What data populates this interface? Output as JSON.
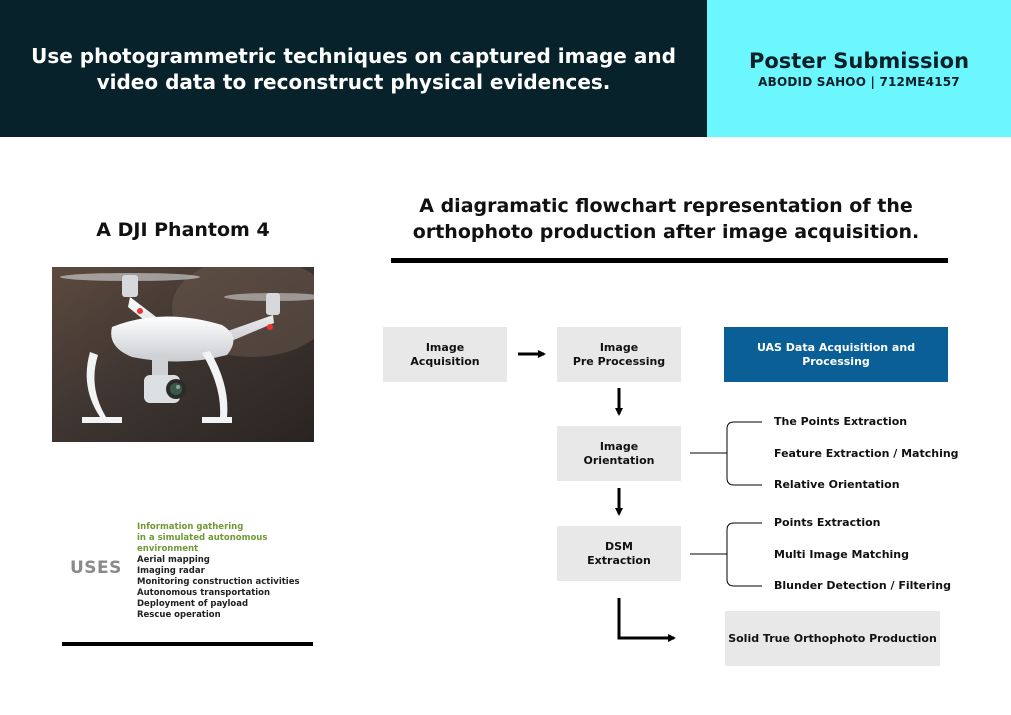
{
  "header": {
    "title": "Use photogrammetric techniques on captured image and video data to reconstruct physical evidences.",
    "submission_title": "Poster Submission",
    "author": "ABODID SAHOO | 712ME4157"
  },
  "left": {
    "drone_title": "A DJI Phantom 4",
    "uses_label": "USES",
    "uses_highlight": [
      "Information gathering",
      "in a simulated autonomous environment"
    ],
    "uses_items": [
      "Aerial mapping",
      "Imaging radar",
      "Monitoring construction activities",
      "Autonomous transportation",
      "Deployment of payload",
      "Rescue operation"
    ]
  },
  "flowchart": {
    "title_line1": "A diagramatic flowchart representation of the",
    "title_line2": "orthophoto production after image acquisition.",
    "acquisition": [
      "Image",
      "Acquisition"
    ],
    "preprocessing": [
      "Image",
      "Pre Processing"
    ],
    "uas": "UAS Data Acquisition and Processing",
    "orientation": [
      "Image",
      "Orientation"
    ],
    "dsm": [
      "DSM",
      "Extraction"
    ],
    "orthophoto": "Solid True Orthophoto Production",
    "orientation_steps": [
      "The Points Extraction",
      "Feature Extraction  / Matching",
      "Relative Orientation"
    ],
    "dsm_steps": [
      "Points Extraction",
      "Multi Image Matching",
      "Blunder Detection / Filtering"
    ]
  },
  "colors": {
    "header_dark": "#07222a",
    "header_cyan": "#6cf7ff",
    "uas_blue": "#0a5f96",
    "uses_green": "#6f9a35",
    "box_gray": "#e8e8e8"
  }
}
